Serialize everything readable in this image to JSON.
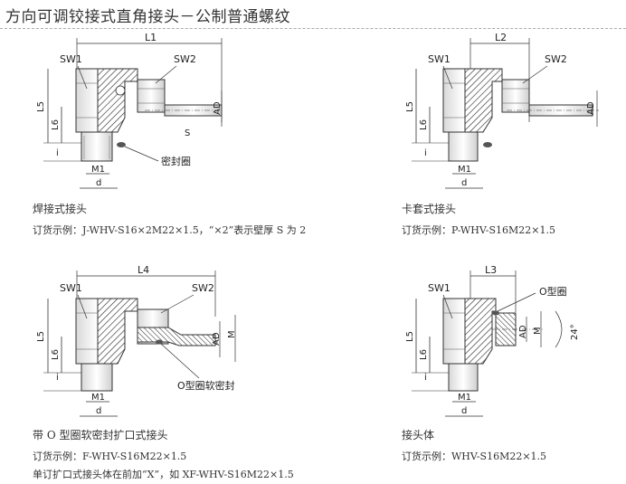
{
  "title": "方向可调铰接式直角接头－公制普通螺纹",
  "common_labels": {
    "sw1": "SW1",
    "sw2": "SW2",
    "l5": "L5",
    "l6": "L6",
    "i": "i",
    "m1": "M1",
    "d": "d",
    "ad": "AD",
    "s": "S",
    "m": "M",
    "angle": "24°"
  },
  "figures": [
    {
      "length_label": "L1",
      "seal_note": "密封圈",
      "caption": "焊接式接头",
      "order": "订货示例：J-WHV-S16×2M22×1.5，“×2”表示壁厚 S 为 2"
    },
    {
      "length_label": "L2",
      "caption": "卡套式接头",
      "order": "订货示例：P-WHV-S16M22×1.5"
    },
    {
      "length_label": "L4",
      "seal_note": "O型圈软密封",
      "caption": "带 O 型圈软密封扩口式接头",
      "order": "订货示例：F-WHV-S16M22×1.5",
      "order2": "单订扩口式接头体在前加“X”，如 XF-WHV-S16M22×1.5"
    },
    {
      "length_label": "L3",
      "seal_note": "O型圈",
      "caption": "接头体",
      "order": "订货示例：WHV-S16M22×1.5"
    }
  ]
}
